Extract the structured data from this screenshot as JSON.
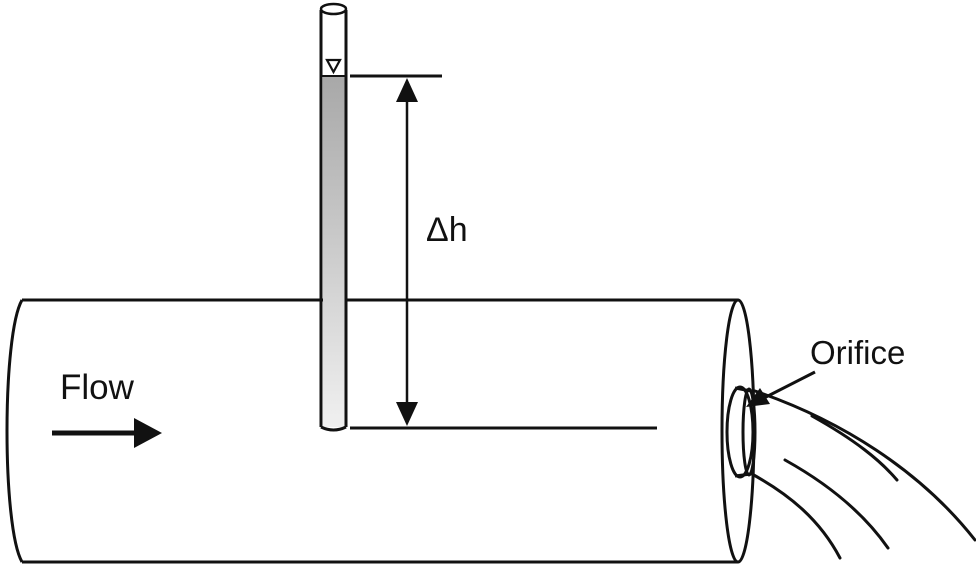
{
  "labels": {
    "delta_h": "Δh",
    "flow": "Flow",
    "orifice": "Orifice"
  },
  "colors": {
    "stroke": "#111111",
    "background": "#ffffff",
    "fluid_top": "#a8a8a8",
    "fluid_bottom": "#efefef"
  }
}
